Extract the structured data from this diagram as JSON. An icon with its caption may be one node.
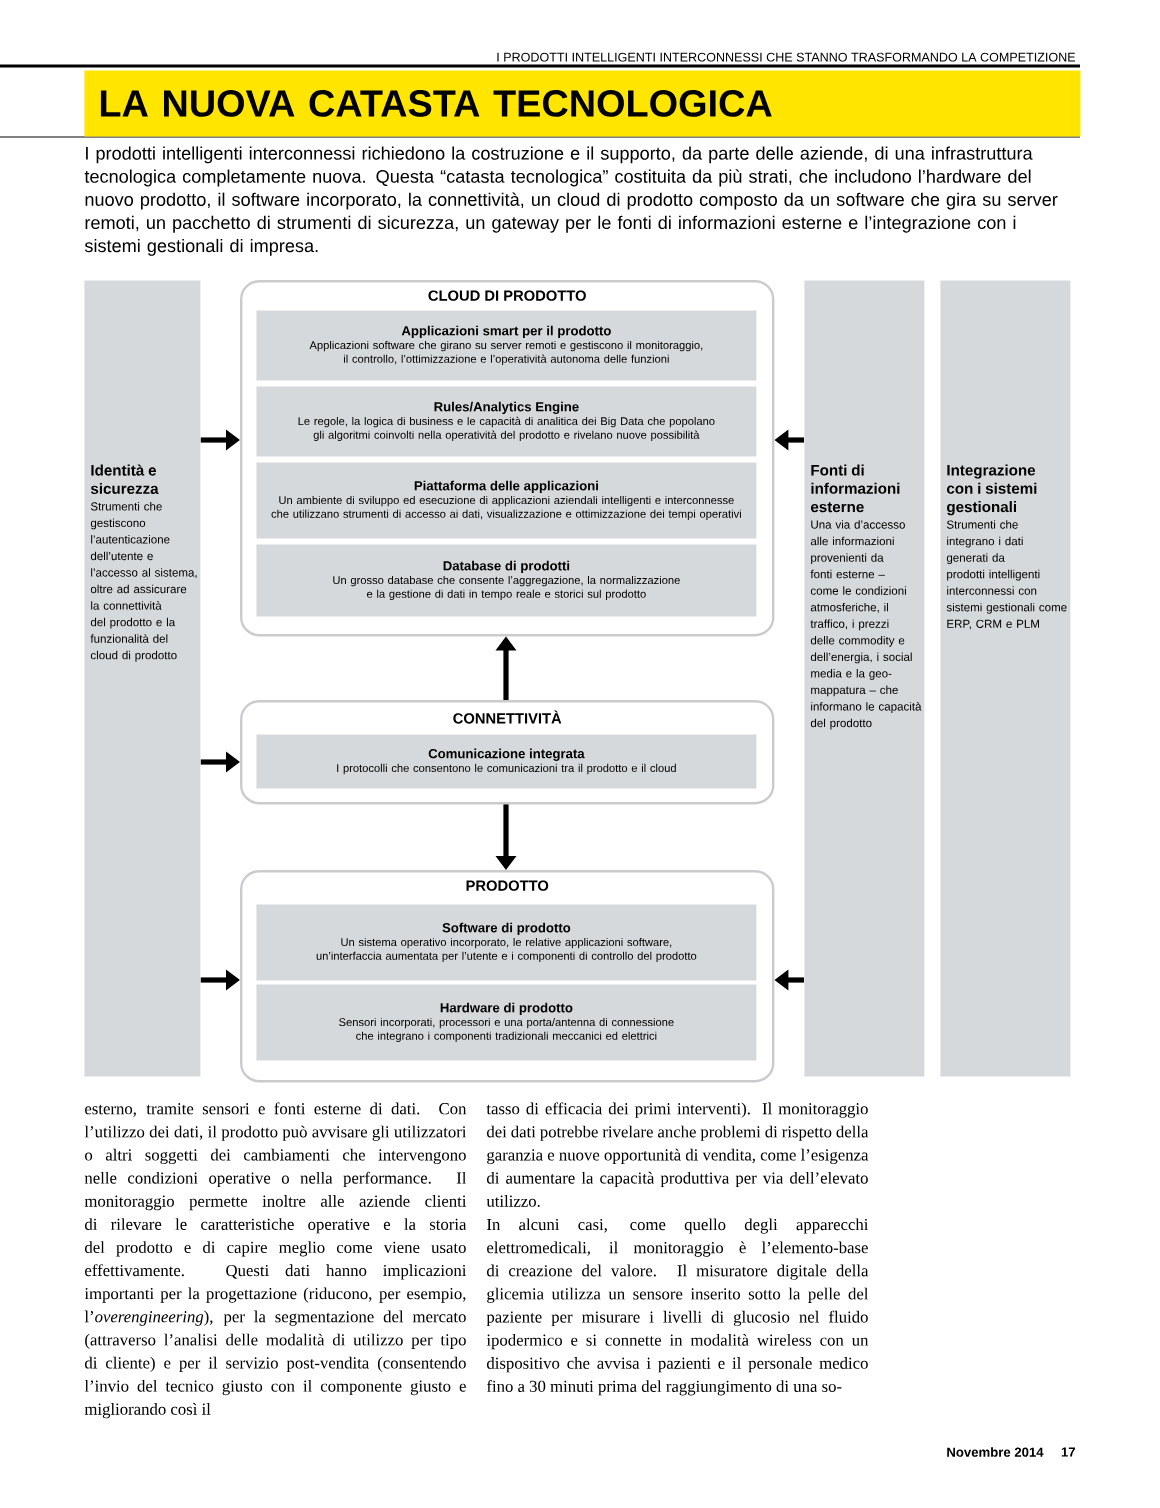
{
  "diagram": {
    "title": "LA NUOVA CATASTA TECNOLOGICA",
    "nodes": [
      {
        "text": [
          "CLOUD DI PRODOTTO"
        ]
      },
      {
        "text": [
          "Applicazioni smart per il prodotto",
          "Applicazioni software che girano su server remoti e gestiscono il monitoraggio, il controllo, l’ottimizzazione e l’operatività autonoma delle funzioni"
        ],
        "in": 0
      },
      {
        "text": [
          "Rules/Analytics Engine",
          "Le regole, la logica di business e le capacità di analitica dei Big Data che popolano gli algoritmi coinvolti nella operatività del prodotto e rivelano nuove possibilità"
        ],
        "in": 0
      },
      {
        "text": [
          "Piattaforma delle applicazioni",
          "Un ambiente di sviluppo ed esecuzione di applicazioni aziendali intelligenti e interconnesse che utilizzano strumenti di accesso ai dati, visualizzazione e ottimizzazione dei tempi operativi"
        ],
        "in": 0
      },
      {
        "text": [
          "Database di prodotti",
          "Un grosso database che consente l’aggregazione, la normalizzazione e la gestione di dati in tempo reale e storici sul prodotto"
        ],
        "in": 0
      },
      {
        "text": [
          "CONNETTIVITÀ"
        ]
      },
      {
        "text": [
          "Comunicazione integrata",
          "I protocolli che consentono le comunicazioni tra il prodotto e il cloud"
        ],
        "in": 5
      },
      {
        "text": [
          "PRODOTTO"
        ]
      },
      {
        "text": [
          "Software di prodotto",
          "Un sistema operativo incorporato, le relative applicazioni software, un’interfaccia aumentata per l’utente e i componenti di controllo del prodotto"
        ],
        "in": 7
      },
      {
        "text": [
          "Hardware di prodotto",
          "Sensori incorporati, processori e una porta/antenna di connessione che integrano i componenti tradizionali meccanici ed elettrici"
        ],
        "in": 7
      },
      {
        "text": [
          "Identità e sicurezza",
          "Strumenti che gestiscono l’autenticazione dell’utente e l’accesso al sistema, oltre ad assicurare la connettività del prodotto e la funzionalità del cloud di prodotto"
        ]
      },
      {
        "text": [
          "Fonti di informazioni esterne",
          "Una via d’accesso alle informazioni provenienti da fonti esterne – come le condizioni atmosferiche, il traffico, i prezzi delle commodity e dell’energia, i social media e la geo-mappatura – che informano le capacità del prodotto"
        ]
      },
      {
        "text": [
          "Integrazione con i sistemi gestionali",
          "Strumenti che integrano i dati generati da prodotti intelligenti interconnessi con sistemi gestionali come ERP, CRM e PLM"
        ]
      }
    ],
    "edges": [
      {
        "from": 10,
        "to": 0,
        "arrow": "to"
      },
      {
        "from": 10,
        "to": 5,
        "arrow": "to"
      },
      {
        "from": 10,
        "to": 7,
        "arrow": "to"
      },
      {
        "from": 11,
        "to": 0,
        "arrow": "to"
      },
      {
        "from": 11,
        "to": 7,
        "arrow": "to"
      },
      {
        "from": 5,
        "to": 0,
        "arrow": "to"
      },
      {
        "from": 5,
        "to": 7,
        "arrow": "to"
      }
    ],
    "labels": [
      "I PRODOTTI INTELLIGENTI INTERCONNESSI CHE STANNO TRASFORMANDO LA COMPETIZIONE",
      "I prodotti intelligenti interconnessi richiedono la costruzione e il supporto, da parte delle aziende, di una infrastruttura tecnologica completamente nuova. Questa “catasta tecnologica” costituita da più strati, che includono l’hardware del nuovo prodotto, il software incorporato, la connettività, un cloud di prodotto composto da un software che gira su server remoti, un pacchetto di strumenti di sicurezza, un gateway per le fonti di informazioni esterne e l’integrazione con i sistemi gestionali di impresa.",
      "esterno, tramite sensori e fonti esterne di dati. Con l’utilizzo dei dati, il prodotto può avvisare gli utilizzatori o altri soggetti dei cambiamenti che intervengono nelle condizioni operative o nella performance. Il monitoraggio permette inoltre alle aziende clienti di rilevare le caratteristiche operative e la storia del prodotto e di capire meglio come viene usato effettivamente. Questi dati hanno implicazioni importanti per la progettazione (riducono, per esempio, l’*overengineering*), per la segmentazione del mercato (attraverso l’analisi delle modalità di utilizzo per tipo di cliente) e per il servizio post-vendita (consentendo l’invio del tecnico giusto con il componente giusto e migliorando così il",
      "tasso di efficacia dei primi interventi). Il monitoraggio dei dati potrebbe rivelare anche problemi di rispetto della garanzia e nuove opportunità di vendita, come l’esigenza di aumentare la capacità produttiva per via dell’elevato utilizzo.",
      "In alcuni casi, come quello degli apparecchi elettromedicali, il monitoraggio è l’elemento-base di creazione del valore. Il misuratore digitale della glicemia utilizza un sensore inserito sotto la pelle del paziente per misurare i livelli di glucosio nel fluido ipodermico e si connette in modalità wireless con un dispositivo che avvisa i pazienti e il personale medico fino a 30 minuti prima del raggiungimento di una so-",
      "Novembre 2014",
      "17"
    ]
  }
}
